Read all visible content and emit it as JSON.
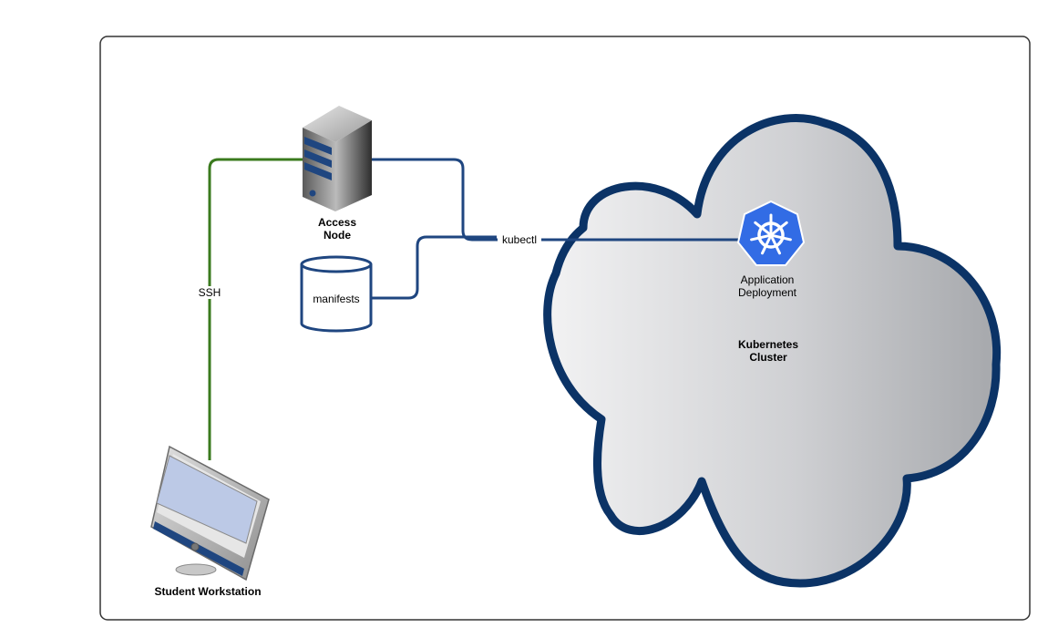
{
  "diagram": {
    "nodes": {
      "access_node": {
        "label_line1": "Access",
        "label_line2": "Node",
        "icon": "server-icon"
      },
      "manifests": {
        "label": "manifests",
        "icon": "database-cylinder-icon"
      },
      "student_workstation": {
        "label": "Student Workstation",
        "icon": "monitor-icon"
      },
      "application_deployment": {
        "label_line1": "Application",
        "label_line2": "Deployment",
        "icon": "kubernetes-helm-icon"
      },
      "kubernetes_cluster": {
        "label_line1": "Kubernetes",
        "label_line2": "Cluster",
        "icon": "cloud-icon"
      }
    },
    "edges": {
      "ssh": {
        "label": "SSH",
        "color": "#3a7a1e"
      },
      "kubectl": {
        "label": "kubectl",
        "color": "#1f4680"
      }
    },
    "colors": {
      "cloud_border": "#0b3366",
      "kubernetes_blue": "#326ce5",
      "frame_border": "#333333"
    }
  }
}
